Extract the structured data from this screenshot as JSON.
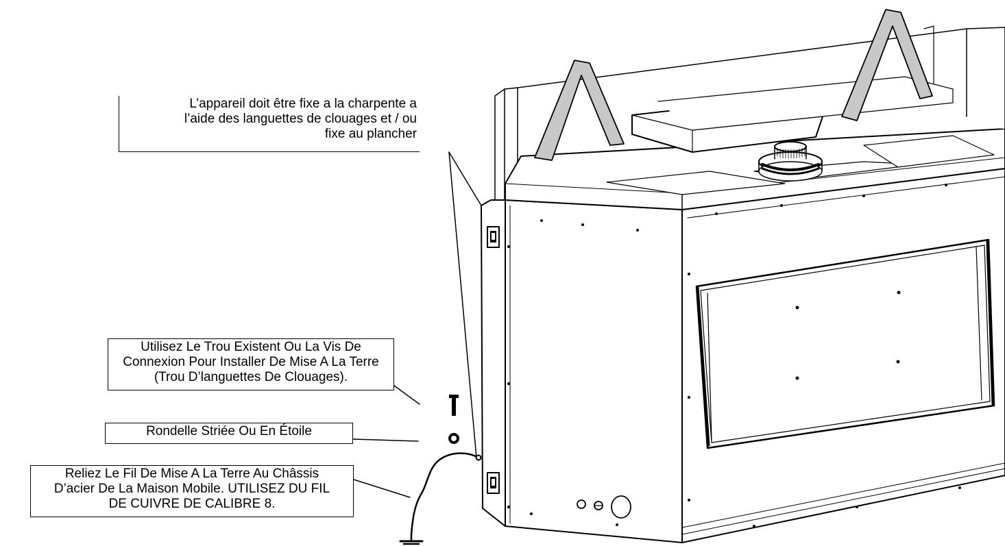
{
  "callouts": {
    "anchoring": {
      "lines": [
        "L’appareil doit être fixe a la charpente a",
        "l’aide des languettes de clouages et / ou",
        "fixe au plancher"
      ]
    },
    "existing_hole": {
      "lines": [
        "Utilisez Le Trou Existent Ou La Vis De",
        "Connexion Pour Installer De Mise A La Terre",
        "(Trou D’languettes De Clouages)."
      ]
    },
    "washer": {
      "lines": [
        "Rondelle Striée Ou En Étoile"
      ]
    },
    "ground_wire": {
      "lines": [
        "Reliez Le Fil De Mise A La Terre Au Châssis",
        "D’acier De La Maison Mobile. UTILISEZ DU FIL",
        "DE CUIVRE DE CALIBRE 8."
      ]
    }
  },
  "icons": [
    "bolt-icon",
    "washer-icon",
    "ground-symbol-icon"
  ]
}
